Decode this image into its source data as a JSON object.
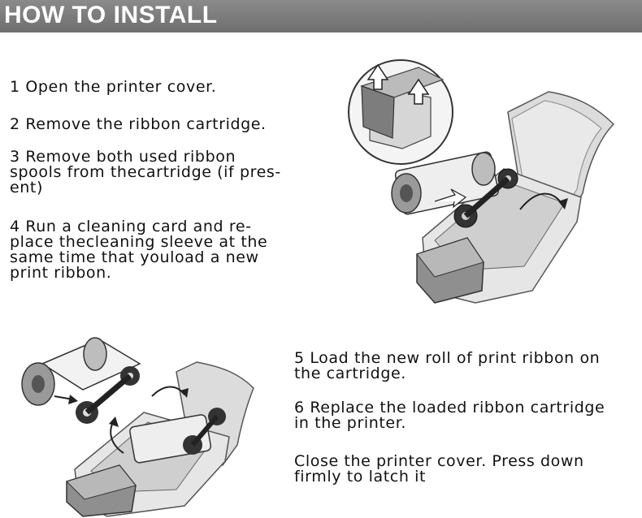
{
  "header": {
    "title": "HOW TO INSTALL"
  },
  "steps_left": [
    {
      "text": "1 Open the printer cover."
    },
    {
      "text": "2 Remove the ribbon cartridge."
    },
    {
      "text": "3 Remove both used ribbon\nspools from thecartridge (if pres-\nent)"
    },
    {
      "text": "4 Run a cleaning card and re-\nplace thecleaning sleeve at the\nsame time that youload a new\nprint ribbon."
    }
  ],
  "steps_right": [
    {
      "text": "5 Load the new roll of print ribbon on\nthe cartridge."
    },
    {
      "text": "6 Replace the loaded ribbon cartridge\nin the printer."
    },
    {
      "text": "Close the printer cover. Press down\nfirmly to latch it"
    }
  ],
  "figures": {
    "top": {
      "icon": "printer-open-cover-illustration"
    },
    "bottom": {
      "icon": "printer-ribbon-load-illustration"
    }
  },
  "colors": {
    "header_bg": "#7a7a7a",
    "header_text": "#ffffff",
    "text": "#111111"
  }
}
